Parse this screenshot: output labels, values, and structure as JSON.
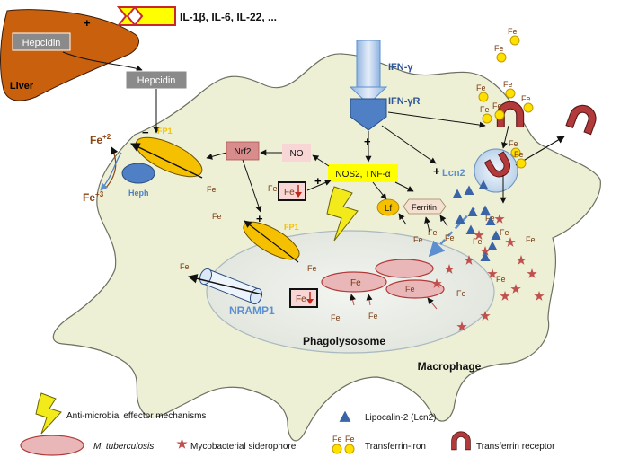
{
  "cytokines": "IL-1β, IL-6, IL-22, ...",
  "liver": {
    "label": "Liver",
    "hepcidin": "Hepcidin"
  },
  "hepcidin_circulating": "Hepcidin",
  "fp1": "FP1",
  "heph": "Heph",
  "fe2": "Fe",
  "fe2_sup": "+2",
  "fe3": "Fe",
  "fe3_sup": "+3",
  "nrf2": "Nrf2",
  "no": "NO",
  "ifng": "IFN-γ",
  "ifngr": "IFN-γR",
  "nos2": "NOS2, TNF-α",
  "lf": "Lf",
  "ferritin": "Ferritin",
  "lcn2": "Lcn2",
  "nramp1": "NRAMP1",
  "fe": "Fe",
  "phagolysosome": "Phagolysosome",
  "macrophage": "Macrophage",
  "signs": {
    "plus": "+",
    "minus": "−"
  },
  "legend": {
    "effector": "Anti-microbial effector mechanisms",
    "lipocalin": "Lipocalin-2 (Lcn2)",
    "mtb": "M. tuberculosis",
    "siderophore": "Mycobacterial siderophore",
    "transferrin_iron": "Transferrin-iron",
    "transferrin_receptor": "Transferrin receptor"
  },
  "colors": {
    "liver": "#c8600e",
    "macrophage": "#eef0d6",
    "hepcidin_box": "#8a8a8a",
    "fp1": "#f5c000",
    "heph": "#4f7fc4",
    "nrf2": "#d98c8c",
    "nos2": "#ffff00",
    "receptor": "#5b8fd0",
    "lcn2": "#3a64a8",
    "siderophore": "#c0504d",
    "tf_receptor": "#b23a3a",
    "mtb": "#e9b7b7",
    "effector": "#f2ea1a"
  }
}
